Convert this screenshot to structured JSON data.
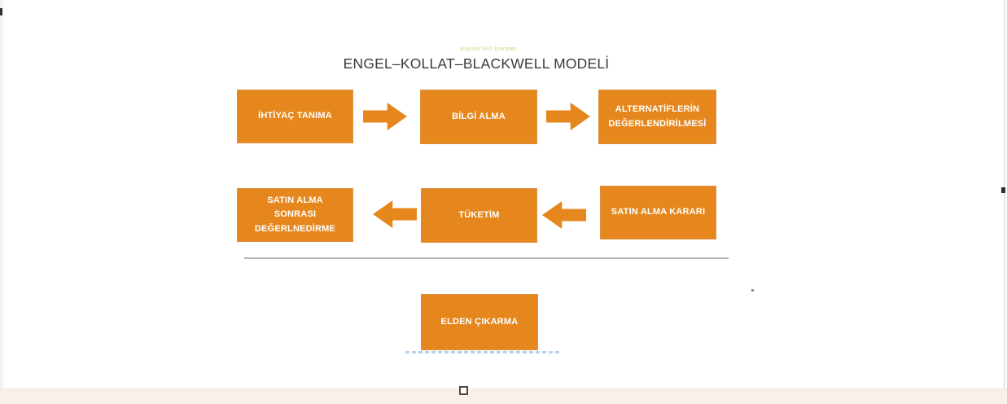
{
  "slide": {
    "watermark": "Kişisel Veri İçermez",
    "title": "ENGEL–KOLLAT–BLACKWELL MODELİ",
    "boxes": {
      "need_recognition": "İHTİYAÇ TANIMA",
      "information_search": "BİLGİ ALMA",
      "alternatives_evaluation": "ALTERNATİFLERİN DEĞERLENDİRİLMESİ",
      "purchase_decision": "SATIN ALMA KARARI",
      "consumption": "TÜKETİM",
      "post_purchase_evaluation": "SATIN ALMA SONRASI DEĞERLNEDİRME",
      "disposal": "ELDEN ÇIKARMA"
    },
    "footnote": {
      "visible": true,
      "legible": false
    },
    "colors": {
      "box_fill": "#e5871d",
      "box_border": "#dd9140",
      "box_text": "#ffffff",
      "title_text": "#3b3b3b",
      "watermark_text": "#d6e4a0",
      "divider_line": "#b5b5b5",
      "footer_strip": "#f9f0ea",
      "clipped_caption": "#a9c5e2"
    }
  }
}
